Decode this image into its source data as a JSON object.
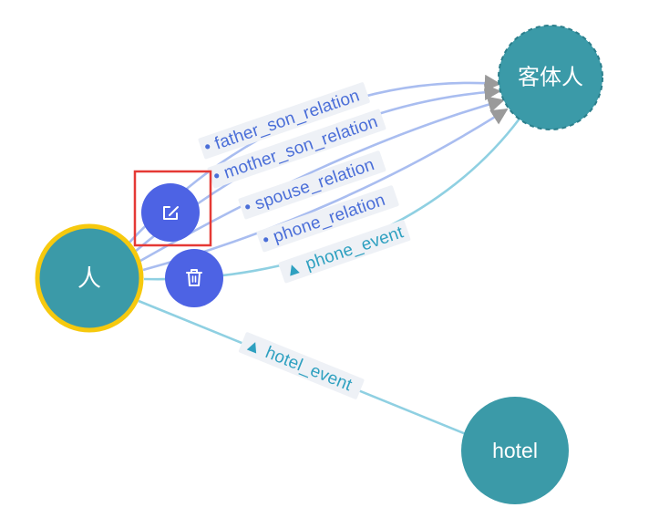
{
  "colors": {
    "node_fill": "#3b9aa8",
    "selected_ring": "#f6c90e",
    "relation_edge": "#a9bdf0",
    "event_edge": "#8fd0e2",
    "relation_text": "#4a6ed8",
    "event_text": "#2ea0c0",
    "label_bg": "#eef1f6",
    "action_button": "#4d63e4",
    "highlight_box": "#e53935",
    "arrowhead": "#9a9a9a"
  },
  "nodes": {
    "person": {
      "label": "人"
    },
    "object_person": {
      "label": "客体人"
    },
    "hotel": {
      "label": "hotel"
    }
  },
  "edges": {
    "father_son": {
      "label": "• father_son_relation",
      "kind": "relation"
    },
    "mother_son": {
      "label": "• mother_son_relation",
      "kind": "relation"
    },
    "spouse": {
      "label": "• spouse_relation",
      "kind": "relation"
    },
    "phone_relation": {
      "label": "• phone_relation",
      "kind": "relation"
    },
    "phone_event": {
      "label": "▲ phone_event",
      "kind": "event"
    },
    "hotel_event": {
      "label": "▲ hotel_event",
      "kind": "event"
    }
  },
  "actions": {
    "edit": {
      "icon": "edit-icon"
    },
    "delete": {
      "icon": "trash-icon"
    }
  }
}
